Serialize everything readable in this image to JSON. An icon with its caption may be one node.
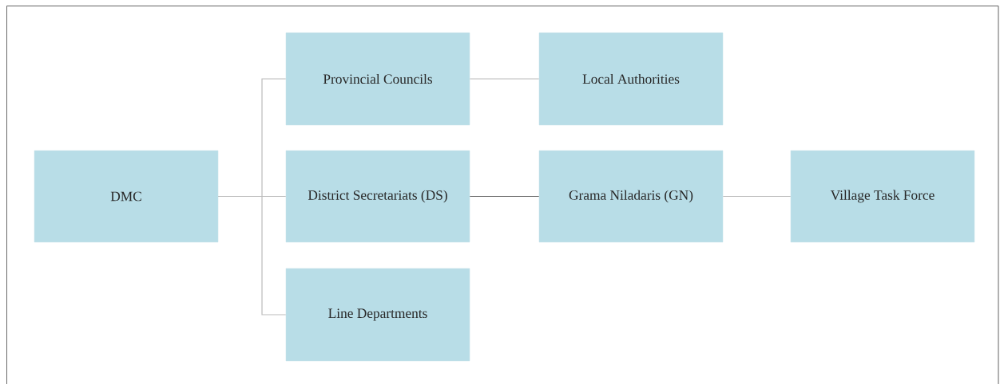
{
  "diagram": {
    "nodes": [
      {
        "text": [
          "DMC"
        ]
      },
      {
        "text": [
          "Provincial Councils"
        ]
      },
      {
        "text": [
          "District Secretariats (DS)"
        ]
      },
      {
        "text": [
          "Line Departments"
        ]
      },
      {
        "text": [
          "Local Authorities"
        ]
      },
      {
        "text": [
          "Grama Niladaris (GN)"
        ]
      },
      {
        "text": [
          "Village Task Force"
        ]
      }
    ],
    "edges": [
      {
        "from": 0,
        "to": 1,
        "arrow": "none"
      },
      {
        "from": 0,
        "to": 2,
        "arrow": "none"
      },
      {
        "from": 0,
        "to": 3,
        "arrow": "none"
      },
      {
        "from": 1,
        "to": 4,
        "arrow": "none"
      },
      {
        "from": 2,
        "to": 5,
        "arrow": "none",
        "color": "#666666"
      },
      {
        "from": 5,
        "to": 6,
        "arrow": "none"
      }
    ]
  }
}
